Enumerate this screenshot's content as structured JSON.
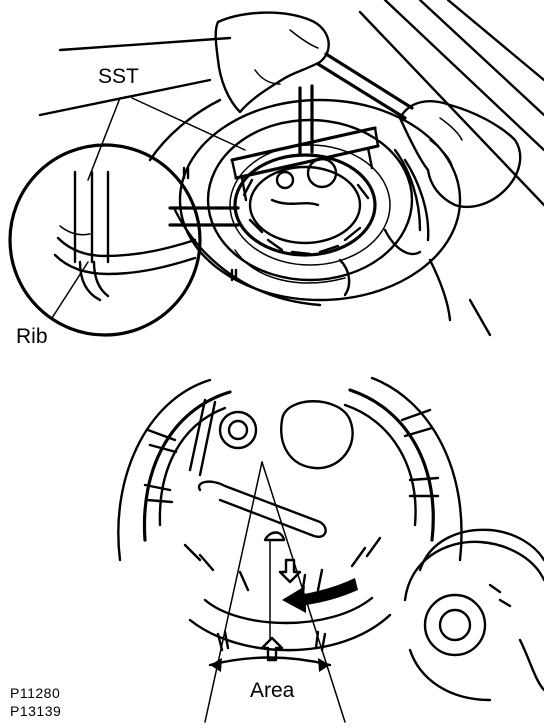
{
  "labels": {
    "sst": "SST",
    "rib": "Rib",
    "area": "Area",
    "code_1": "P11280",
    "code_2": "P13139"
  },
  "colors": {
    "ink": "#000000",
    "paper": "#ffffff"
  },
  "icons": {
    "rotation_arrow": "arrow-left-icon",
    "down_arrow": "arrow-down-outline-icon",
    "up_arrow": "arrow-up-outline-icon"
  }
}
